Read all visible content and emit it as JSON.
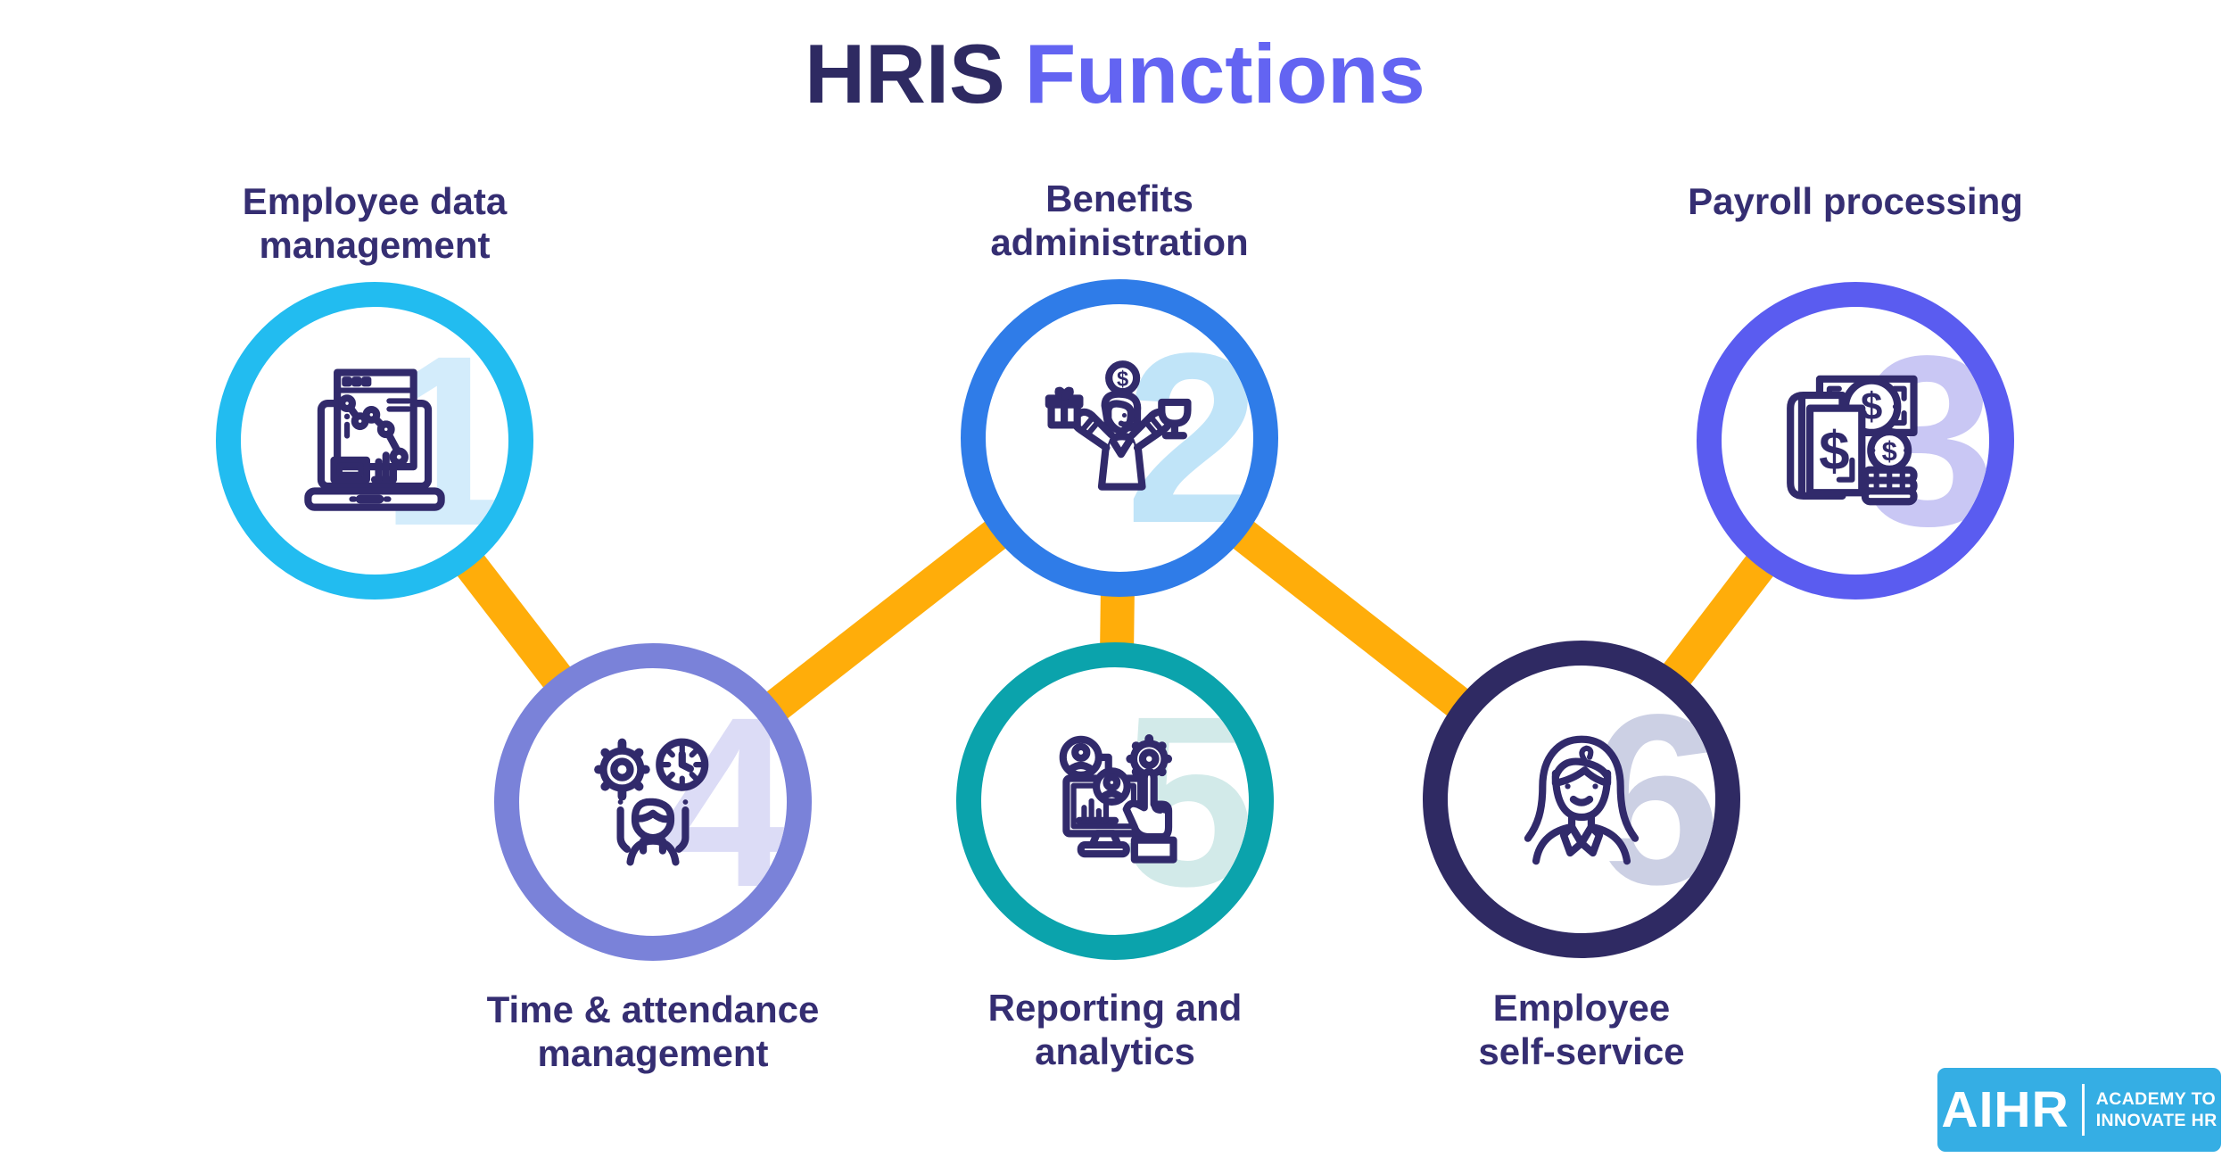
{
  "title": {
    "part1": "HRIS",
    "part2": "Functions"
  },
  "colors": {
    "hris": "#2e2a62",
    "functions": "#6364f2",
    "label": "#352e72",
    "icon_stroke": "#312a6b",
    "connector": "#ffad0a",
    "logo_bg": "#35aee4",
    "background": "#ffffff"
  },
  "nodes": [
    {
      "number": "1",
      "label_line1": "Employee data",
      "label_line2": "management",
      "ring_color": "#22bcf0",
      "watermark_color": "#d3ecfb",
      "icon": "laptop-analytics-icon"
    },
    {
      "number": "2",
      "label_line1": "Benefits",
      "label_line2": "administration",
      "ring_color": "#2f7ce8",
      "watermark_color": "#c0e4f8",
      "icon": "benefits-person-icon"
    },
    {
      "number": "3",
      "label_line1": "Payroll processing",
      "label_line2": "",
      "ring_color": "#5a5cf0",
      "watermark_color": "#c9c7f4",
      "icon": "payroll-money-icon"
    },
    {
      "number": "4",
      "label_line1": "Time & attendance",
      "label_line2": "management",
      "ring_color": "#7a82d9",
      "watermark_color": "#dcdcf6",
      "icon": "time-attendance-icon"
    },
    {
      "number": "5",
      "label_line1": "Reporting and",
      "label_line2": "analytics",
      "ring_color": "#0ba3ac",
      "watermark_color": "#d2eae9",
      "icon": "reporting-analytics-icon"
    },
    {
      "number": "6",
      "label_line1": "Employee",
      "label_line2": "self-service",
      "ring_color": "#2f2a63",
      "watermark_color": "#ccd0e4",
      "icon": "employee-self-service-icon"
    }
  ],
  "logo": {
    "brand": "AIHR",
    "tagline_line1": "ACADEMY TO",
    "tagline_line2": "INNOVATE HR"
  }
}
